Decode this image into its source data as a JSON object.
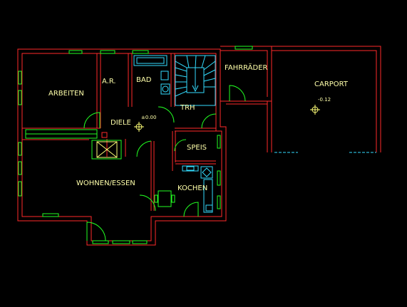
{
  "rooms": {
    "arbeiten": "ARBEITEN",
    "ar": "A.R.",
    "bad": "BAD",
    "trh": "TRH",
    "fahrraeder": "FAHRRÄDER",
    "carport": "CARPORT",
    "diele": "DIELE",
    "speis": "SPEIS",
    "wohnen_essen": "WOHNEN/ESSEN",
    "kochen": "KOCHEN"
  },
  "levels": {
    "diele_level": "±0.00",
    "carport_level": "-0.12"
  },
  "colors": {
    "background": "#000000",
    "walls": "#ff2a2a",
    "windows_doors": "#22ff22",
    "fixtures": "#33ddff",
    "labels": "#ffffaa"
  }
}
